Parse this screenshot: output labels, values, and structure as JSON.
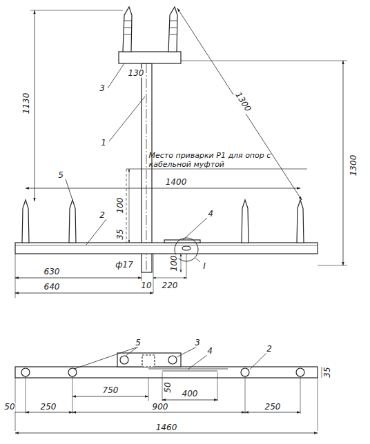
{
  "diagram": {
    "labels": [
      "1130",
      "130",
      "3",
      "1",
      "1300",
      "1300",
      "Место приварки Р1 для опор с кабельной муфтой",
      "5",
      "1400",
      "2",
      "100",
      "35",
      "4",
      "ф17",
      "10",
      "220",
      "100",
      "I",
      "630",
      "640",
      "5",
      "3",
      "4",
      "2",
      "35",
      "750",
      "50",
      "400",
      "50",
      "250",
      "900",
      "250",
      "1460"
    ]
  }
}
